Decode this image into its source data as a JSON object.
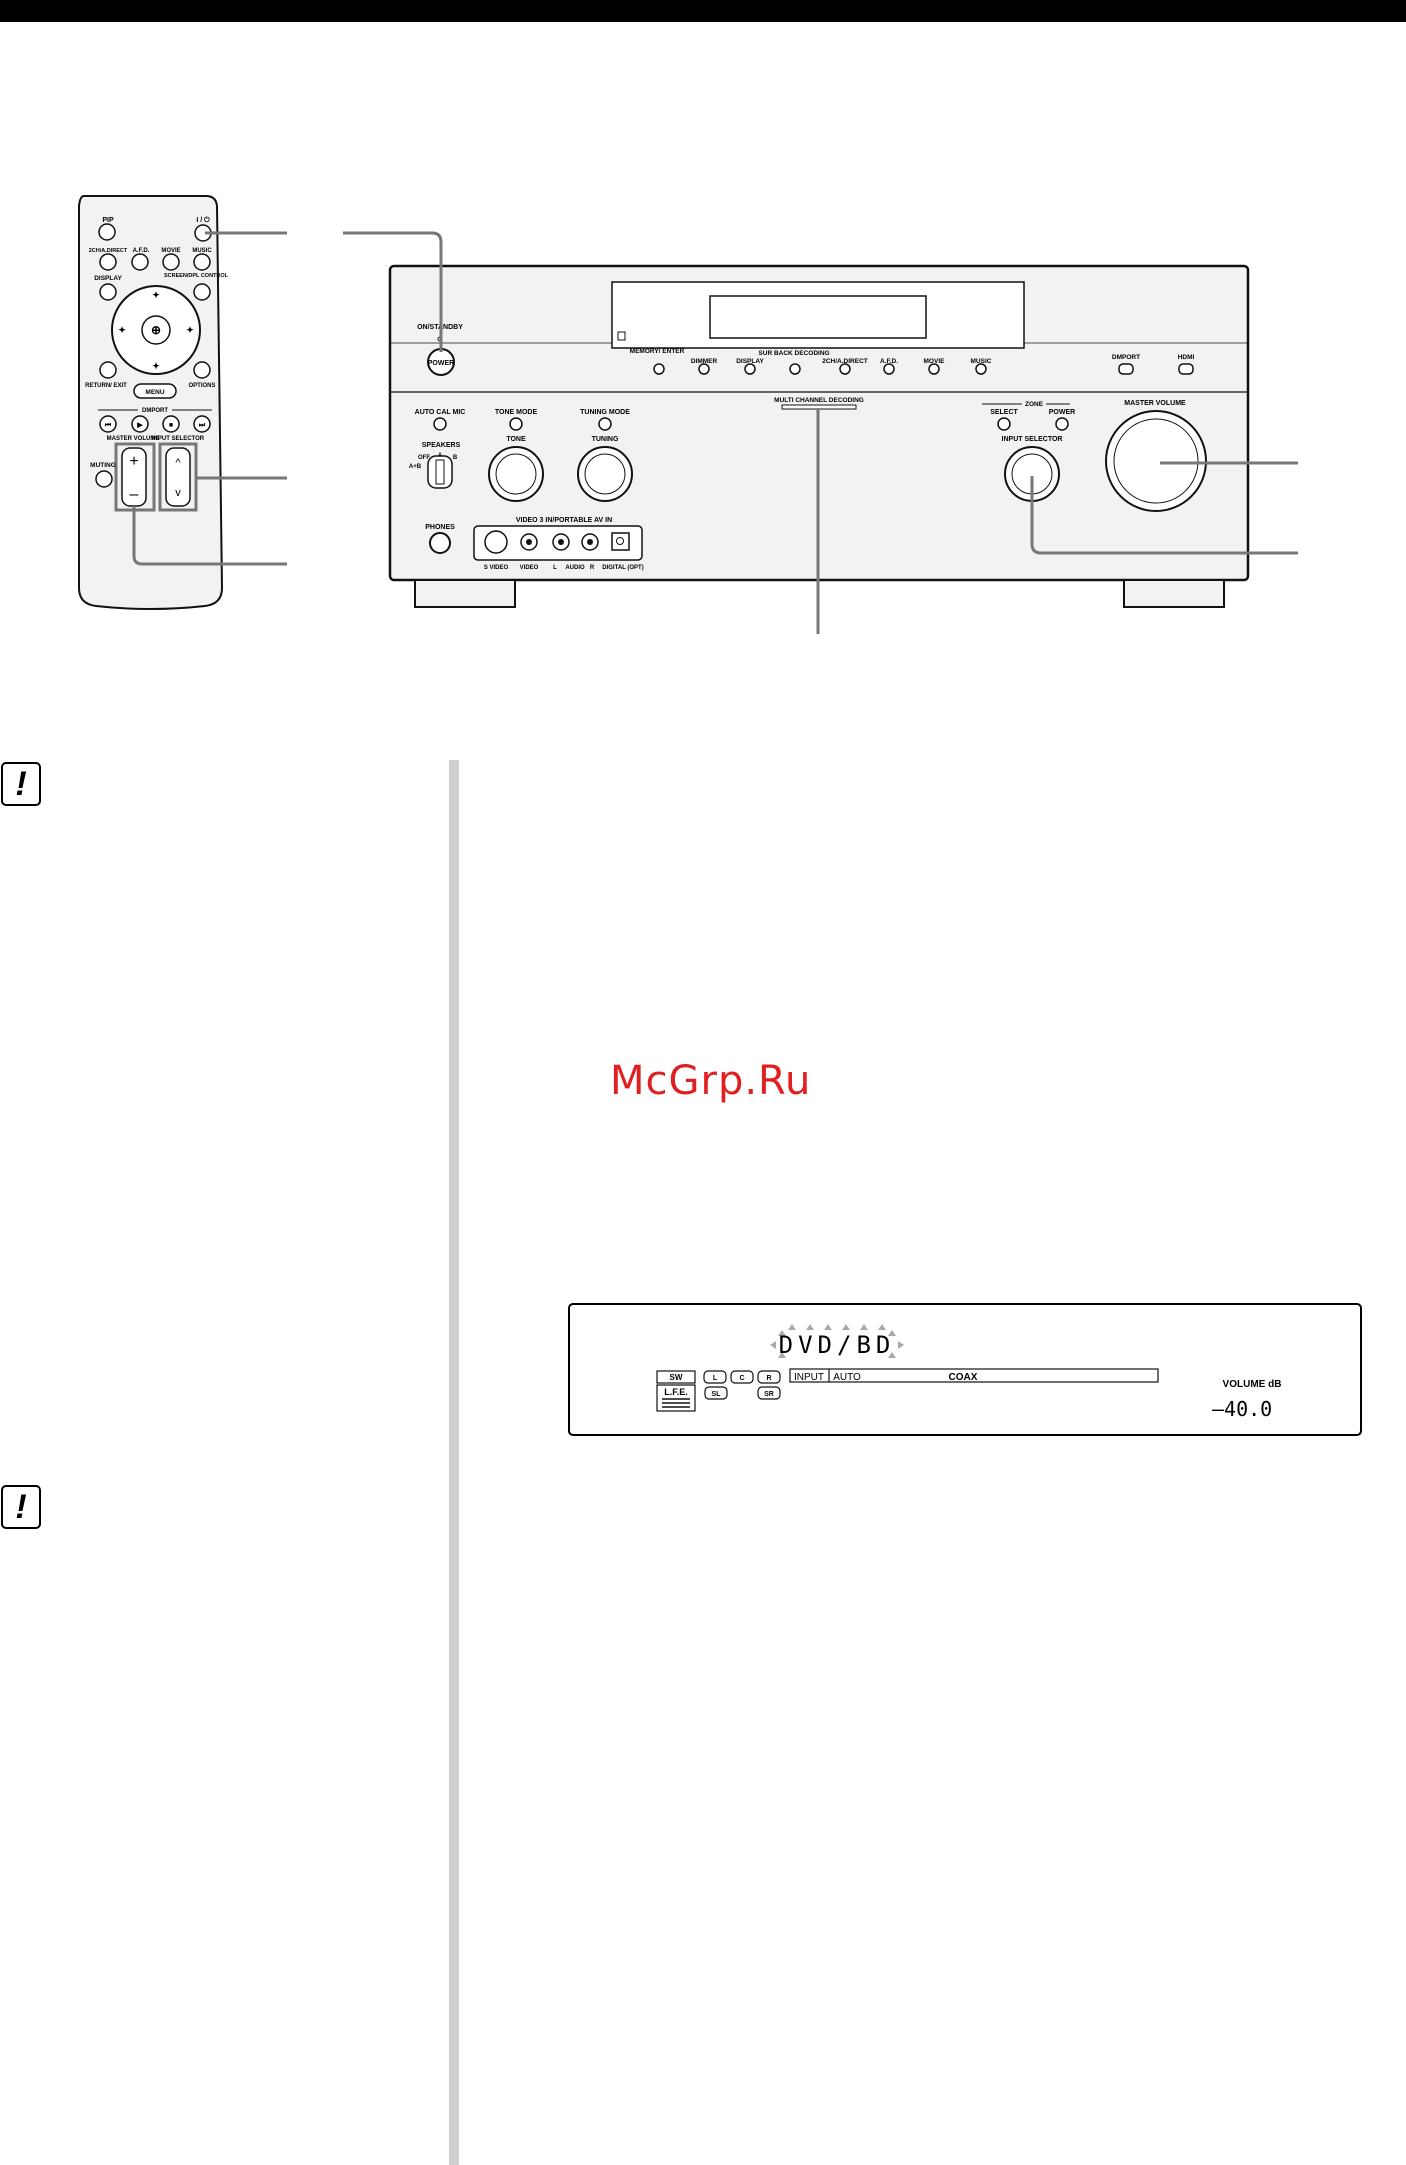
{
  "receiver": {
    "on_standby": "ON/STANDBY",
    "power": "POWER",
    "front_buttons": [
      "MEMORY/ ENTER",
      "DIMMER",
      "DISPLAY",
      "SUR BACK DECODING",
      "2CH/A.DIRECT",
      "A.F.D.",
      "MOVIE",
      "MUSIC"
    ],
    "dmport": "DMPORT",
    "hdmi": "HDMI",
    "multi_channel_decoding": "MULTI CHANNEL DECODING",
    "auto_cal_mic": "AUTO CAL MIC",
    "tone_mode": "TONE MODE",
    "tone": "TONE",
    "tuning_mode": "TUNING MODE",
    "tuning": "TUNING",
    "speakers": "SPEAKERS",
    "speakers_off": "OFF",
    "speakers_a": "A",
    "speakers_b": "B",
    "speakers_ab": "A+B",
    "phones": "PHONES",
    "video3": "VIDEO 3 IN/PORTABLE AV IN",
    "s_video": "S VIDEO",
    "video": "VIDEO",
    "audio_l": "L",
    "audio": "AUDIO",
    "audio_r": "R",
    "digital_opt": "DIGITAL (OPT)",
    "zone": "ZONE",
    "zone_select": "SELECT",
    "zone_power": "POWER",
    "input_selector": "INPUT SELECTOR",
    "master_volume": "MASTER VOLUME"
  },
  "remote": {
    "pip": "PIP",
    "power_symbol": "I / ⏻",
    "row1": [
      "2CH/A.DIRECT",
      "A.F.D.",
      "MOVIE",
      "MUSIC"
    ],
    "display": "DISPLAY",
    "screen_dpl": "SCREEN/DPL CONTROL",
    "return_exit": "RETURN/ EXIT",
    "options": "OPTIONS",
    "menu": "MENU",
    "dmport": "DMPORT",
    "master_volume": "MASTER VOLUME",
    "input_selector": "INPUT SELECTOR",
    "muting": "MUTING",
    "plus": "+",
    "minus": "–"
  },
  "lcd": {
    "input_name": "DVD/BD",
    "channels_top": [
      "SW",
      "L",
      "C",
      "R"
    ],
    "lfe": "L.F.E.",
    "channels_bottom": [
      "SL",
      "SR"
    ],
    "input_tag": "INPUT",
    "auto_tag": "AUTO",
    "coax": "COAX",
    "volume_label": "VOLUME dB",
    "volume_value": "–40.0"
  },
  "note_icon_glyph": "!",
  "watermark": "McGrp.Ru"
}
